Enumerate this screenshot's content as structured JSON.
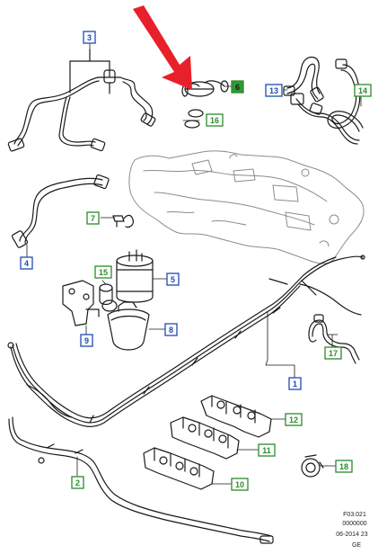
{
  "colors": {
    "line": "#1a1a1a",
    "tank": "#8c8c8c",
    "blue_label_border": "#1f4bb0",
    "blue_label_fill": "#ffffff",
    "green_label_border": "#2b8a2b",
    "green_label_fill": "#ffffff",
    "green_label_fill_solid": "#2e9a36",
    "arrow": "#e8202a"
  },
  "callouts": {
    "c1": "1",
    "c2": "2",
    "c3": "3",
    "c4": "4",
    "c5": "5",
    "c6": "6",
    "c7": "7",
    "c8": "8",
    "c9": "9",
    "c10": "10",
    "c11": "11",
    "c12": "12",
    "c13": "13",
    "c14": "14",
    "c15": "15",
    "c16": "16",
    "c17": "17",
    "c18": "18"
  },
  "reference": {
    "line1": "F03.021",
    "line2": "0000000",
    "line3": "06-2014 23",
    "line4": "GE"
  },
  "highlight": {
    "target_callout": "6",
    "icon": "red-arrow-icon"
  }
}
